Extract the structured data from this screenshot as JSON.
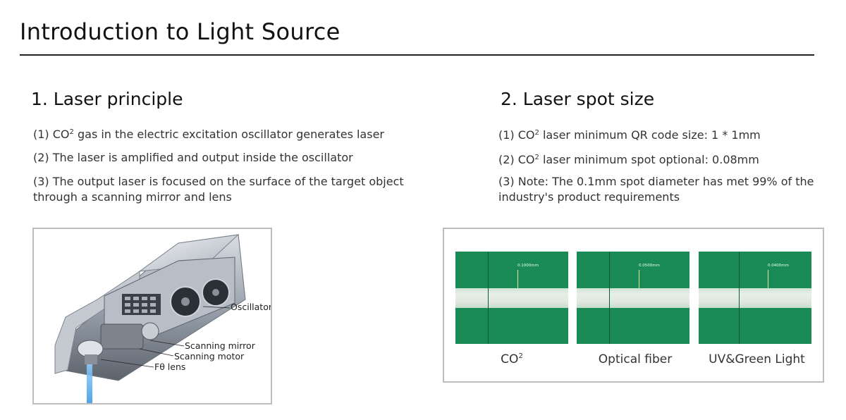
{
  "page": {
    "title": "Introduction to Light Source"
  },
  "laser_principle": {
    "heading": "1. Laser principle",
    "points": [
      {
        "prefix": "(1) CO",
        "sup": "2",
        "rest": " gas in the electric excitation oscillator generates laser"
      },
      {
        "text": "(2) The laser is amplified and output inside the oscillator"
      },
      {
        "line1": "(3) The output laser is focused on the surface of the target object",
        "line2": "through a scanning mirror and lens"
      }
    ],
    "figure_labels": {
      "oscillator": "Oscillator",
      "scanning_mirror": "Scanning mirror",
      "scanning_motor": "Scanning motor",
      "f_theta_lens": "Fθ lens"
    }
  },
  "spot_size": {
    "heading": "2. Laser spot size",
    "points": [
      {
        "prefix": "(1) CO",
        "sup": "2",
        "rest": " laser minimum QR code size: 1 * 1mm"
      },
      {
        "prefix": "(2) CO",
        "sup": "2",
        "rest": " laser minimum spot optional: 0.08mm"
      },
      {
        "line1": "(3) Note: The 0.1mm spot diameter has met 99% of the",
        "line2": "industry's product requirements"
      }
    ],
    "panels": [
      {
        "measure": "0.1000mm",
        "caption_main": "CO",
        "caption_sup": "2"
      },
      {
        "measure": "0.0500mm",
        "caption_main": "Optical fiber",
        "caption_sup": ""
      },
      {
        "measure": "0.0400mm",
        "caption_main": "UV&Green Light",
        "caption_sup": ""
      }
    ]
  },
  "colors": {
    "panel_green": "#1a8a57",
    "frame_gray": "#bdbdbd"
  }
}
